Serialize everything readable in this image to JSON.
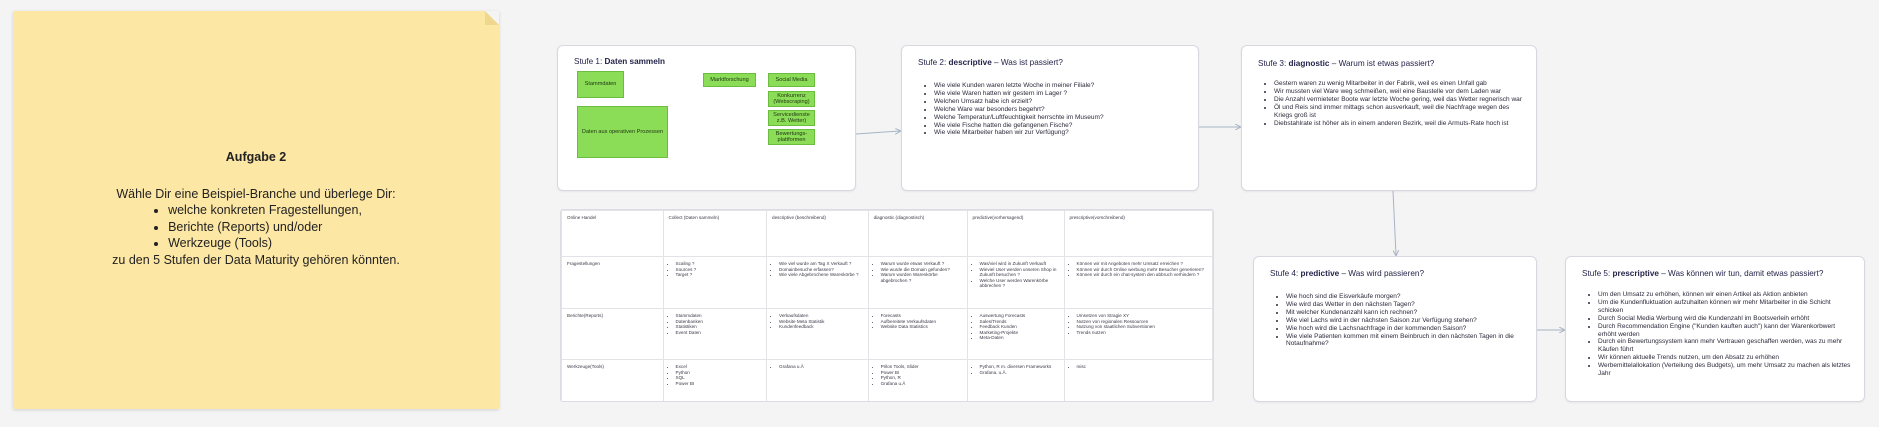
{
  "sticky": {
    "title": "Aufgabe 2",
    "intro": "Wähle Dir eine Beispiel-Branche und überlege Dir:",
    "items": [
      "welche konkreten Fragestellungen,",
      "Berichte (Reports) und/oder",
      "Werkzeuge (Tools)"
    ],
    "outro": "zu den 5 Stufen der Data Maturity gehören könnten."
  },
  "stage1": {
    "prefix": "Stufe 1:",
    "bold": "Daten sammeln",
    "boxes": [
      "Stammdaten",
      "Daten aus operativen Prozessen",
      "Marktforschung",
      "Social Media",
      "Konkurrenz (Webscraping)",
      "Servicedienste z.B. Wetter)",
      "Bewertungs-plattformen"
    ]
  },
  "stage2": {
    "prefix": "Stufe 2:",
    "bold": "descriptive",
    "suffix": " – Was ist passiert?",
    "items": [
      "Wie viele Kunden waren letzte Woche in meiner Filiale?",
      "Wie viele Waren hatten wir gestern im Lager ?",
      "Welchen Umsatz habe ich erzielt?",
      "Welche Ware war besonders begehrt?",
      "Welche Temperatur/Luftfeuchtigkeit herrschte im Museum?",
      "Wie viele Fische hatten die gefangenen Fische?",
      "Wie viele Mitarbeiter haben wir zur Verfügung?"
    ]
  },
  "stage3": {
    "prefix": "Stufe 3:",
    "bold": "diagnostic",
    "suffix": " – Warum ist etwas passiert?",
    "items": [
      "Gestern waren zu wenig Mitarbeiter in der Fabrik, weil es einen Unfall gab",
      "Wir mussten viel Ware weg schmeißen, weil eine Baustelle vor dem Laden war",
      "Die Anzahl vermieteter Boote war letzte Woche gering, weil das Wetter regnerisch war",
      "Öl und Reis sind immer mittags schon ausverkauft, weil die Nachfrage wegen des Kriegs groß ist",
      "Diebstahlrate ist höher als in einem anderen Bezirk, weil die Armuts-Rate hoch ist"
    ]
  },
  "stage4": {
    "prefix": "Stufe 4:",
    "bold": "predictive",
    "suffix": " – Was wird passieren?",
    "items": [
      "Wie hoch sind die Eisverkäufe morgen?",
      "Wie wird das Wetter in den nächsten Tagen?",
      "Mit welcher Kundenanzahl kann ich rechnen?",
      "Wie viel Lachs wird in der nächsten Saison zur Verfügung stehen?",
      "Wie hoch wird die Lachsnachfrage in der kommenden Saison?",
      "Wie viele Patienten kommen mit einem Beinbruch in den nächsten Tagen in die Notaufnahme?"
    ]
  },
  "stage5": {
    "prefix": "Stufe 5:",
    "bold": "prescriptive",
    "suffix": " – Was können wir tun, damit etwas passiert?",
    "items": [
      "Um den Umsatz zu erhöhen, können wir einen Artikel als Aktion anbieten",
      "Um die Kundenfluktuation aufzuhalten können wir mehr Mitarbeiter in die Schicht schicken",
      "Durch Social Media Werbung wird die Kundenzahl im Bootsverleih erhöht",
      "Durch Recommendation Engine (\"Kunden kauften auch\") kann der Warenkorbwert erhöht werden",
      "Durch ein Bewertungssystem kann mehr Vertrauen geschaffen werden, was zu mehr Käufen führt",
      "Wir können aktuelle Trends nutzen, um den Absatz zu erhöhen",
      "Werbemittelallokation (Verteilung des Budgets), um mehr Umsatz zu machen als letztes Jahr"
    ]
  },
  "table": {
    "header": [
      "Online Handel",
      "Collect (Daten sammeln)",
      "descriptive (beschreibend)",
      "diagnostic (diagnostisch)",
      "predictive(vorhersagend)",
      "prescriptive(vorschreibend)"
    ],
    "rows": [
      {
        "label": "Fragestellungen",
        "cells": [
          [
            "Scaling ?",
            "Sources ?",
            "Target ?"
          ],
          [
            "Wie viel wurde am Tag X Verkauft ?",
            "Domainbesuche erfassen?",
            "Wie viele Abgebrochene Warenkörbe ?"
          ],
          [
            "Warum wurde etwas Verkauft ?",
            "Wie wurde die Domain gefunden?",
            "Warum wurden Warenkörbe abgebrochen ?"
          ],
          [
            "Was/viel wird in Zukunft Verkauft",
            "Wieviel User werden unseren Shop in Zukunft besuchen ?",
            "Welche User werden Warenkörbe abbrechen ?"
          ],
          [
            "Können wir mit Angeboten mehr Umsatz erreichen ?",
            "Können wir durch Online werbung mehr Besucher generieren?",
            "Können wir durch ein chat-system den abbruch verhindern ?"
          ]
        ]
      },
      {
        "label": "Berichte(Reports)",
        "cells": [
          [
            "Stammdaten",
            "Datenbanken",
            "Statistiken",
            "Event Daten"
          ],
          [
            "Verkaufsdaten",
            "Website Meta Statistik",
            "Kundenfeedback"
          ],
          [
            "Forecasts",
            "Aufbereitete Verkaufsdaten",
            "Website Data Statistics"
          ],
          [
            "Auswertung Forecasts",
            "Sales/Trends",
            "Feedback Kunden",
            "Marketing-Projekte",
            "Meta-Daten"
          ],
          [
            "Umsetzen von Stragie XY",
            "Nutzen von regionalen Ressourcen",
            "Nutzung von staatlichen Subventionen",
            "Trends nutzen"
          ]
        ]
      },
      {
        "label": "Werkzeuge(Tools)",
        "cells": [
          [
            "Excel",
            "Python",
            "SQL",
            "Power BI"
          ],
          [
            "Grafana u.Ä"
          ],
          [
            "Prilon Tools, Slider",
            "Power BI",
            "Python, R",
            "Grafana u.Ä"
          ],
          [
            "Python, R m. diversen Frameworks",
            "Grafana. u.Ä."
          ],
          [
            "misc"
          ]
        ]
      }
    ]
  }
}
